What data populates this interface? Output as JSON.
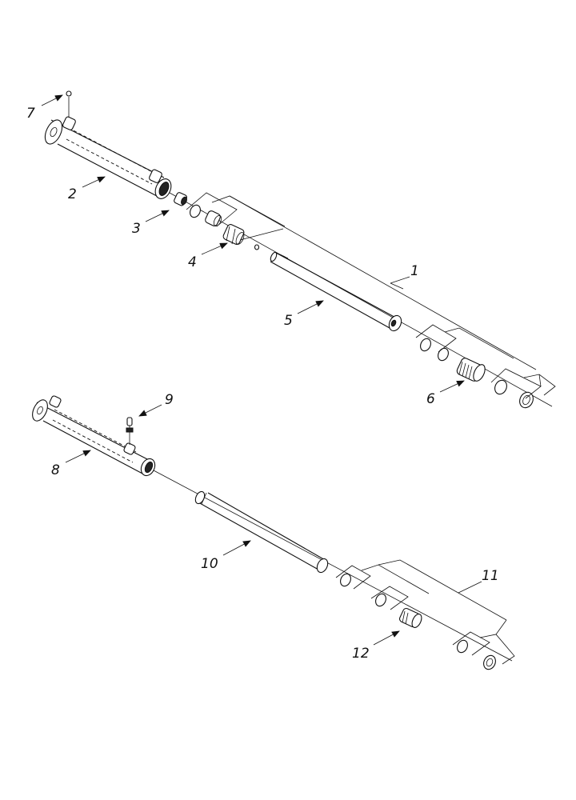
{
  "figure": {
    "callouts": [
      {
        "id": "c1",
        "label": "1"
      },
      {
        "id": "c2",
        "label": "2"
      },
      {
        "id": "c3",
        "label": "3"
      },
      {
        "id": "c4",
        "label": "4"
      },
      {
        "id": "c5",
        "label": "5"
      },
      {
        "id": "c6",
        "label": "6"
      },
      {
        "id": "c7",
        "label": "7"
      },
      {
        "id": "c8",
        "label": "8"
      },
      {
        "id": "c9",
        "label": "9"
      },
      {
        "id": "c10",
        "label": "10"
      },
      {
        "id": "c11",
        "label": "11"
      },
      {
        "id": "c12",
        "label": "12"
      }
    ]
  }
}
